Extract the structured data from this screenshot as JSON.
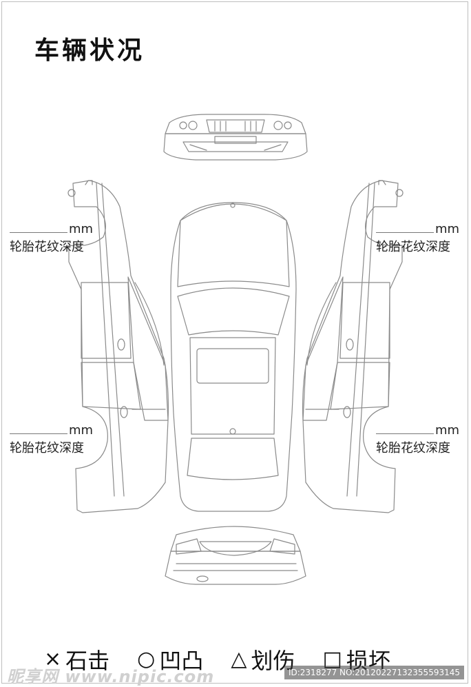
{
  "title": "车辆状况",
  "tire_blocks": {
    "top_left": {
      "unit": "mm",
      "label": "轮胎花纹深度"
    },
    "top_right": {
      "unit": "mm",
      "label": "轮胎花纹深度"
    },
    "bottom_left": {
      "unit": "mm",
      "label": "轮胎花纹深度"
    },
    "bottom_right": {
      "unit": "mm",
      "label": "轮胎花纹深度"
    }
  },
  "legend": [
    {
      "symbol": "×",
      "text": "石击",
      "icon": "cross-icon"
    },
    {
      "symbol": "○",
      "text": "凹凸",
      "icon": "circle-icon"
    },
    {
      "symbol": "△",
      "text": "划伤",
      "icon": "triangle-icon"
    },
    {
      "symbol": "□",
      "text": "损坏",
      "icon": "square-icon"
    }
  ],
  "watermark": "昵享网 www.nipic.com",
  "image_id": "ID:2318277 NO:20120227132355593145"
}
